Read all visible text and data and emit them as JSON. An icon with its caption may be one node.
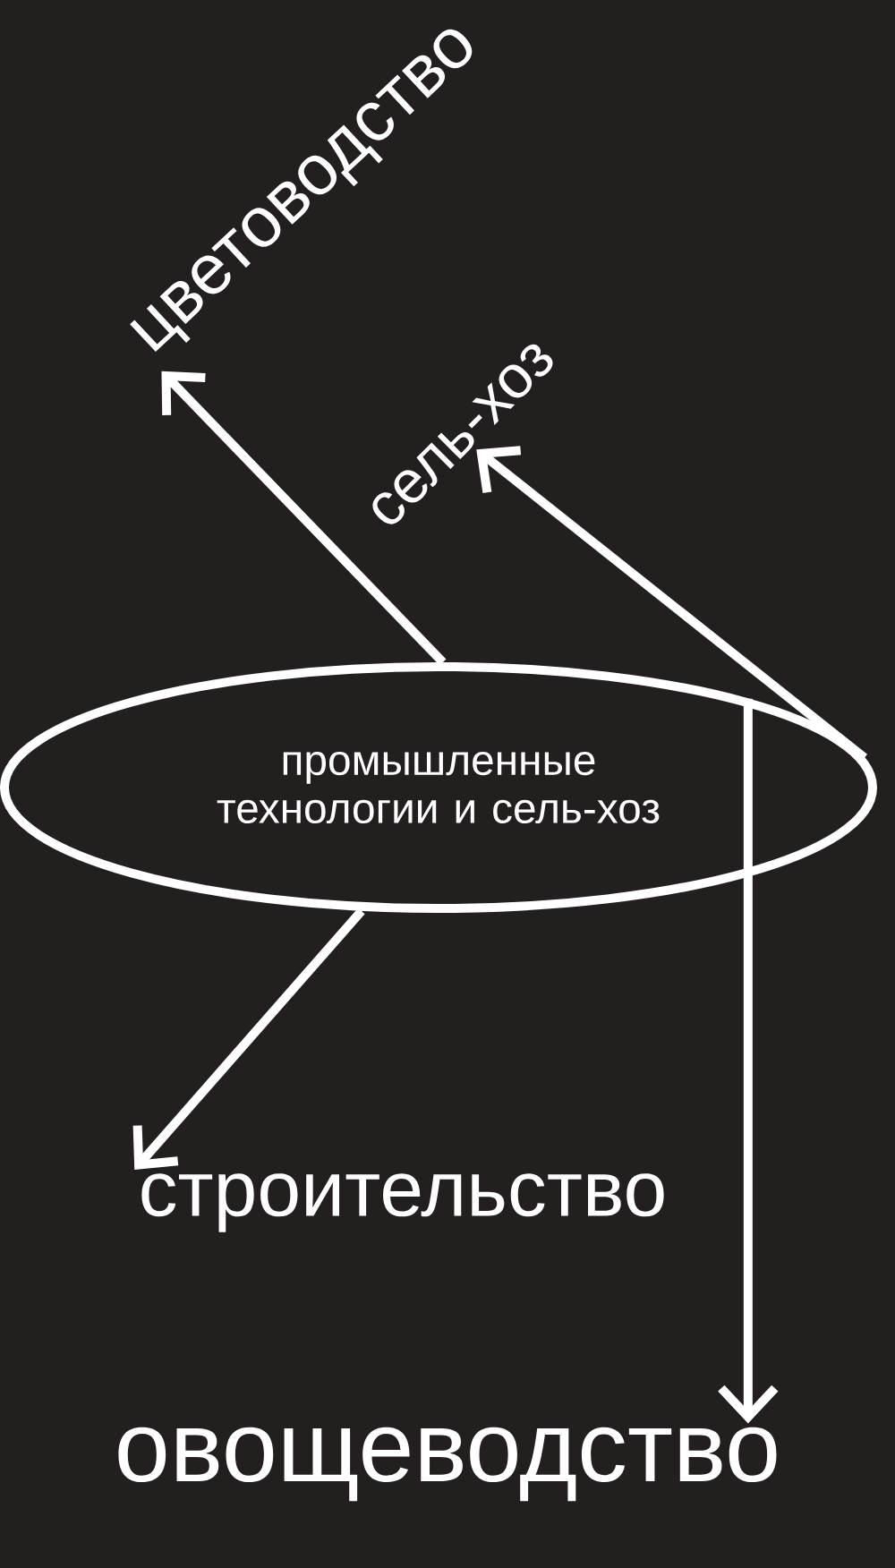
{
  "diagram": {
    "nodes": [
      {
        "text": [
          "промышленные технологии и сель-хоз"
        ]
      },
      {
        "text": [
          "цветоводство"
        ]
      },
      {
        "text": [
          "сель-хоз"
        ]
      },
      {
        "text": [
          "строительство"
        ]
      },
      {
        "text": [
          "овощеводство"
        ]
      }
    ],
    "edges": [
      {
        "from": 0,
        "to": 1,
        "arrow": "to"
      },
      {
        "from": 0,
        "to": 2,
        "arrow": "to"
      },
      {
        "from": 0,
        "to": 3,
        "arrow": "to"
      },
      {
        "from": 0,
        "to": 4,
        "arrow": "to"
      }
    ]
  }
}
